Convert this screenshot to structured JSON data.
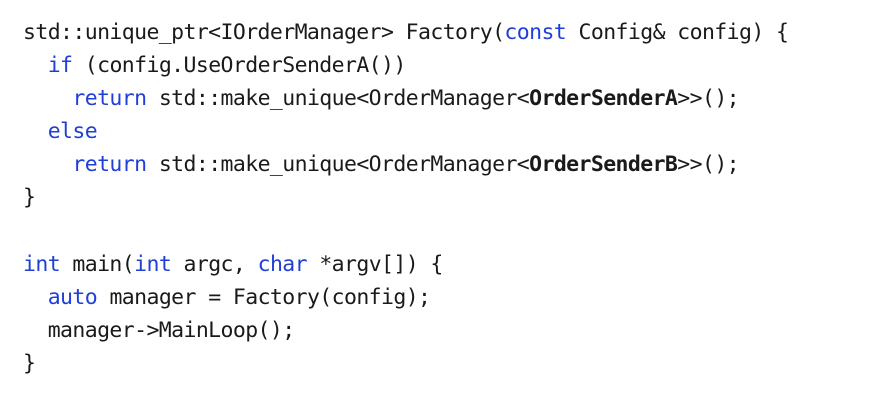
{
  "code": {
    "lines": [
      {
        "indent": 0,
        "tokens": [
          {
            "text": "std::unique_ptr<IOrderManager> Factory(",
            "kind": "plain"
          },
          {
            "text": "const",
            "kind": "keyword"
          },
          {
            "text": " Config& config) {",
            "kind": "plain"
          }
        ]
      },
      {
        "indent": 1,
        "tokens": [
          {
            "text": "if",
            "kind": "keyword"
          },
          {
            "text": " (config.UseOrderSenderA())",
            "kind": "plain"
          }
        ]
      },
      {
        "indent": 2,
        "tokens": [
          {
            "text": "return",
            "kind": "keyword"
          },
          {
            "text": " std::make_unique<OrderManager<",
            "kind": "plain"
          },
          {
            "text": "OrderSenderA",
            "kind": "bold"
          },
          {
            "text": ">>();",
            "kind": "plain"
          }
        ]
      },
      {
        "indent": 1,
        "tokens": [
          {
            "text": "else",
            "kind": "keyword"
          }
        ]
      },
      {
        "indent": 2,
        "tokens": [
          {
            "text": "return",
            "kind": "keyword"
          },
          {
            "text": " std::make_unique<OrderManager<",
            "kind": "plain"
          },
          {
            "text": "OrderSenderB",
            "kind": "bold"
          },
          {
            "text": ">>();",
            "kind": "plain"
          }
        ]
      },
      {
        "indent": 0,
        "tokens": [
          {
            "text": "}",
            "kind": "plain"
          }
        ]
      },
      {
        "indent": 0,
        "tokens": []
      },
      {
        "indent": 0,
        "tokens": [
          {
            "text": "int",
            "kind": "keyword"
          },
          {
            "text": " main(",
            "kind": "plain"
          },
          {
            "text": "int",
            "kind": "keyword"
          },
          {
            "text": " argc, ",
            "kind": "plain"
          },
          {
            "text": "char",
            "kind": "keyword"
          },
          {
            "text": " *argv[]) {",
            "kind": "plain"
          }
        ]
      },
      {
        "indent": 1,
        "tokens": [
          {
            "text": "auto",
            "kind": "keyword"
          },
          {
            "text": " manager = Factory(config);",
            "kind": "plain"
          }
        ]
      },
      {
        "indent": 1,
        "tokens": [
          {
            "text": "manager->MainLoop();",
            "kind": "plain"
          }
        ]
      },
      {
        "indent": 0,
        "tokens": [
          {
            "text": "}",
            "kind": "plain"
          }
        ]
      }
    ]
  }
}
